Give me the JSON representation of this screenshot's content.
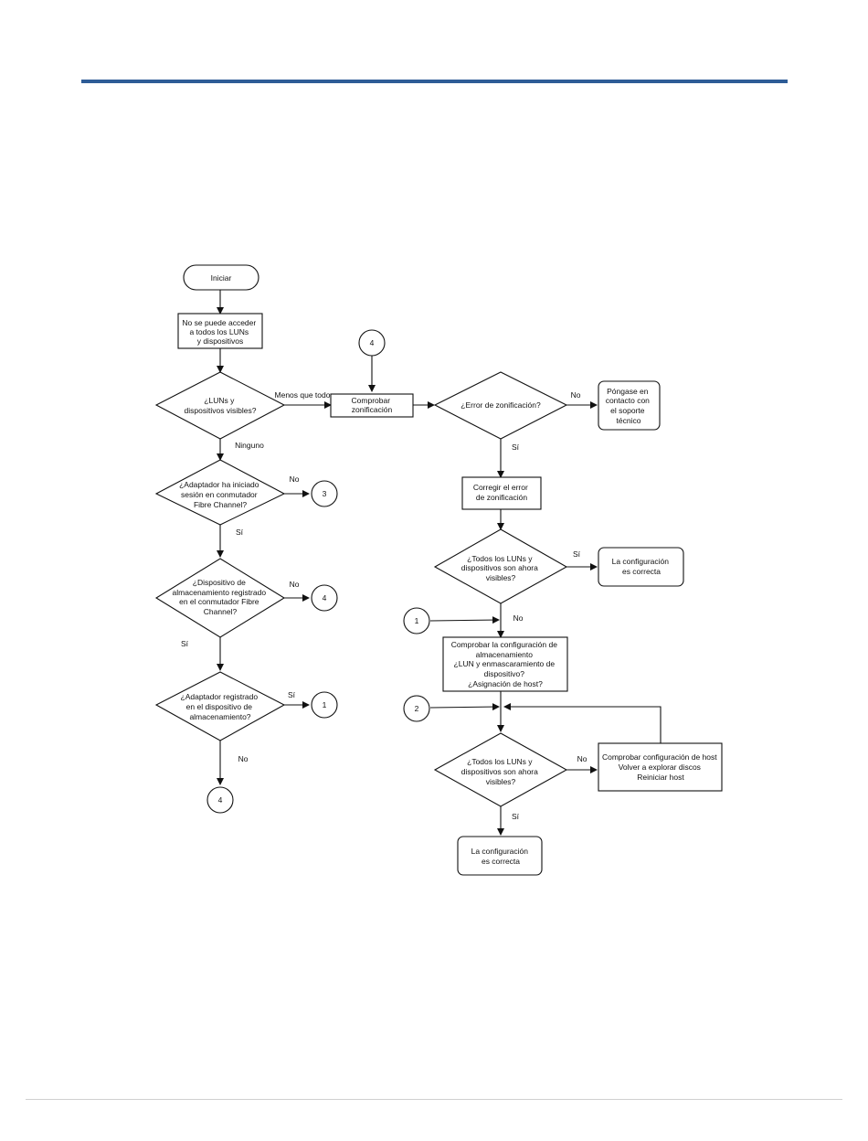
{
  "header": {
    "rule_color": "#2e5c96"
  },
  "flowchart": {
    "start": "Iniciar",
    "no_access": [
      "No se puede acceder",
      "a todos los LUNs",
      "y dispositivos"
    ],
    "luns_visible": [
      "¿LUNs y",
      "dispositivos visibles?"
    ],
    "label_less_than_all": "Menos que todo",
    "label_none": "Ninguno",
    "check_zoning": [
      "Comprobar",
      "zonificación"
    ],
    "zoning_error": "¿Error de zonificación?",
    "contact_support": [
      "Póngase en",
      "contacto con",
      "el soporte",
      "técnico"
    ],
    "fix_zoning": [
      "Corregir el error",
      "de zonificación"
    ],
    "all_visible_1": [
      "¿Todos los LUNs y",
      "dispositivos son ahora",
      "visibles?"
    ],
    "config_ok_1": [
      "La configuración",
      "es correcta"
    ],
    "adapter_logged": [
      "¿Adaptador ha iniciado",
      "sesión en conmutador",
      "Fibre Channel?"
    ],
    "storage_registered": [
      "¿Dispositivo de",
      "almacenamiento registrado",
      "en el conmutador Fibre",
      "Channel?"
    ],
    "adapter_registered": [
      "¿Adaptador registrado",
      "en el dispositivo de",
      "almacenamiento?"
    ],
    "check_storage": [
      "Comprobar la configuración de",
      "almacenamiento",
      "¿LUN y enmascaramiento de",
      "dispositivo?",
      "¿Asignación de host?"
    ],
    "all_visible_2": [
      "¿Todos los LUNs y",
      "dispositivos son ahora",
      "visibles?"
    ],
    "host_actions": [
      "Comprobar configuración de host",
      "Volver a explorar discos",
      "Reiniciar host"
    ],
    "config_ok_2": [
      "La configuración",
      "es correcta"
    ],
    "yes": "Sí",
    "no": "No",
    "connectors": {
      "c1": "1",
      "c2": "2",
      "c3": "3",
      "c4": "4"
    }
  }
}
